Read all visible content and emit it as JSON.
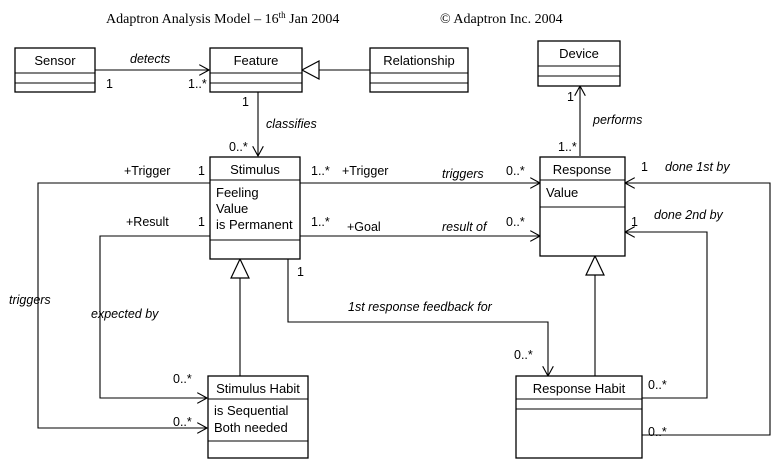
{
  "header": {
    "title_pre": "Adaptron Analysis Model – 16",
    "title_sup": "th",
    "title_post": " Jan 2004",
    "copyright": "© Adaptron Inc. 2004"
  },
  "classes": {
    "sensor": {
      "name": "Sensor"
    },
    "feature": {
      "name": "Feature"
    },
    "relationship": {
      "name": "Relationship"
    },
    "device": {
      "name": "Device"
    },
    "stimulus": {
      "name": "Stimulus",
      "attributes": [
        "Feeling",
        "Value",
        "is Permanent"
      ]
    },
    "response": {
      "name": "Response",
      "attributes": [
        "Value"
      ]
    },
    "stimulus_habit": {
      "name": "Stimulus Habit",
      "attributes": [
        "is Sequential",
        "Both needed"
      ]
    },
    "response_habit": {
      "name": "Response Habit",
      "attributes": []
    }
  },
  "labels": {
    "detects": "detects",
    "detects_src": "1",
    "detects_tgt": "1..*",
    "classifies": "classifies",
    "classifies_src": "1",
    "classifies_tgt": "0..*",
    "performs": "performs",
    "performs_src": "1..*",
    "performs_tgt": "1",
    "trig_role": "+Trigger",
    "trig_role_mult": "1",
    "stim_trig_role": "+Trigger",
    "stim_trig_mult": "1..*",
    "triggers": "triggers",
    "triggers_tgt": "0..*",
    "result_role": "+Result",
    "result_role_mult": "1",
    "goal_role": "+Goal",
    "goal_mult": "1..*",
    "result_of": "result of",
    "result_of_tgt": "0..*",
    "done_1st": "done 1st by",
    "done_1st_mult": "1",
    "done_2nd": "done 2nd by",
    "done_2nd_mult": "1",
    "feedback": "1st response feedback for",
    "feedback_src": "1",
    "feedback_tgt": "0..*",
    "triggers_left": "triggers",
    "expected_by": "expected by",
    "sh_mult_top": "0..*",
    "sh_mult_bottom": "0..*",
    "rh_mult_top": "0..*",
    "rh_mult_bottom": "0..*"
  }
}
